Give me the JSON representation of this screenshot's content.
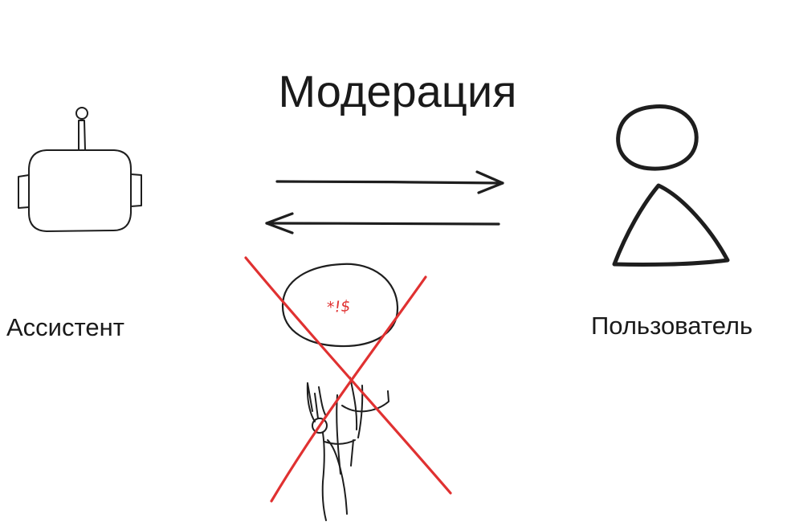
{
  "diagram": {
    "title": "Модерация",
    "nodes": {
      "assistant": {
        "label": "Ассистент",
        "icon": "robot-icon"
      },
      "user": {
        "label": "Пользователь",
        "icon": "person-icon"
      },
      "blocked": {
        "icon": "crossed-out-figure-icon",
        "speech_text": "*!$"
      }
    },
    "edges": [
      {
        "from": "assistant",
        "to": "user",
        "icon": "arrow-right-icon"
      },
      {
        "from": "user",
        "to": "assistant",
        "icon": "arrow-left-icon"
      }
    ],
    "colors": {
      "stroke": "#1e1e1e",
      "cross": "#e03131",
      "background": "#ffffff"
    }
  }
}
